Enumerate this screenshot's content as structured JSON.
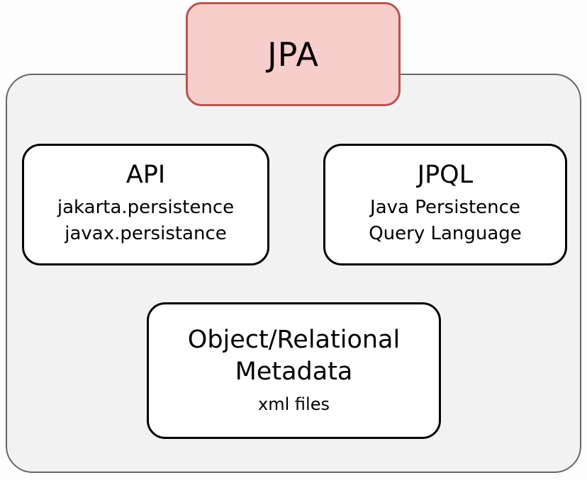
{
  "diagram": {
    "type": "block-diagram",
    "background_color": "#fdfdfd",
    "header": {
      "label": "JPA",
      "fill_color": "#f8cecc",
      "stroke_color": "#b85450"
    },
    "container": {
      "fill_color": "#f2f2f2",
      "stroke_color": "#666666"
    },
    "boxes": [
      {
        "id": "api",
        "title": "API",
        "lines": [
          "jakarta.persistence",
          "javax.persistance"
        ],
        "fill_color": "#ffffff",
        "stroke_color": "#000000"
      },
      {
        "id": "jpql",
        "title": "JPQL",
        "lines": [
          "Java Persistence",
          "Query Language"
        ],
        "fill_color": "#ffffff",
        "stroke_color": "#000000"
      },
      {
        "id": "metadata",
        "title_line_1": "Object/Relational",
        "title_line_2": "Metadata",
        "subtitle": "xml files",
        "fill_color": "#ffffff",
        "stroke_color": "#000000"
      }
    ]
  }
}
